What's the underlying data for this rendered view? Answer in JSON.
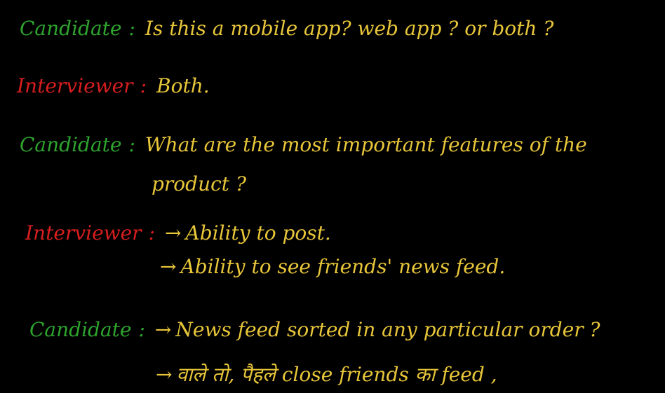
{
  "colors": {
    "background": "#000000",
    "candidate": "#2ea42e",
    "interviewer": "#d81e1e",
    "text": "#e8c63a"
  },
  "speakers": {
    "candidate": "Candidate",
    "interviewer": "Interviewer"
  },
  "colon": ":",
  "arrow": "→",
  "dialogue": {
    "q1": "Is this a mobile app? web app ? or both ?",
    "a1": "Both.",
    "q2_line1": "What are the most important features of the",
    "q2_line2": "product ?",
    "a2_item1": "Ability to post.",
    "a2_item2": "Ability to see friends' news feed.",
    "q3_item1": "News feed sorted in any particular order ?",
    "q3_item2": "वाले तो, पैहले close friends का feed ,"
  }
}
